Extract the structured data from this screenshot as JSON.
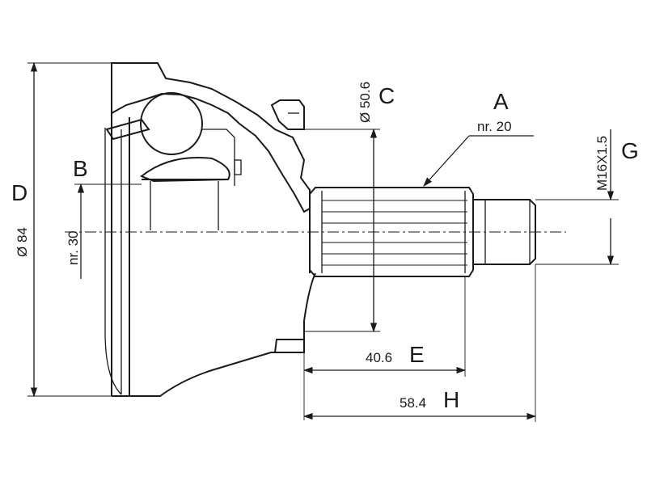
{
  "labels": {
    "A": "A",
    "B": "B",
    "C": "C",
    "D": "D",
    "E": "E",
    "G": "G",
    "H": "H"
  },
  "dimensions": {
    "spline_teeth": "nr. 20",
    "abs_teeth": "nr. 30",
    "outer_diameter": "Ø 84",
    "seal_diameter": "Ø 50.6",
    "thread": "M16X1.5",
    "spline_length": "40.6",
    "total_length": "58.4"
  }
}
